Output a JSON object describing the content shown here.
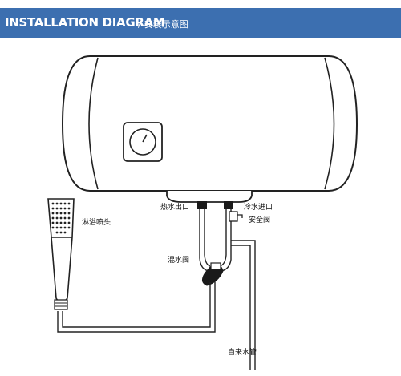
{
  "header": {
    "title": "INSTALLATION DIAGRAM",
    "subtitle": "安装示意图",
    "color": "#3c6fb0"
  },
  "labels": {
    "hot_water_outlet": "热水出口",
    "cold_water_inlet": "冷水进口",
    "safety_valve": "安全阀",
    "shower_head": "淋浴喷头",
    "mixing_valve": "混水阀",
    "tap_water_pipe": "自来水管"
  }
}
